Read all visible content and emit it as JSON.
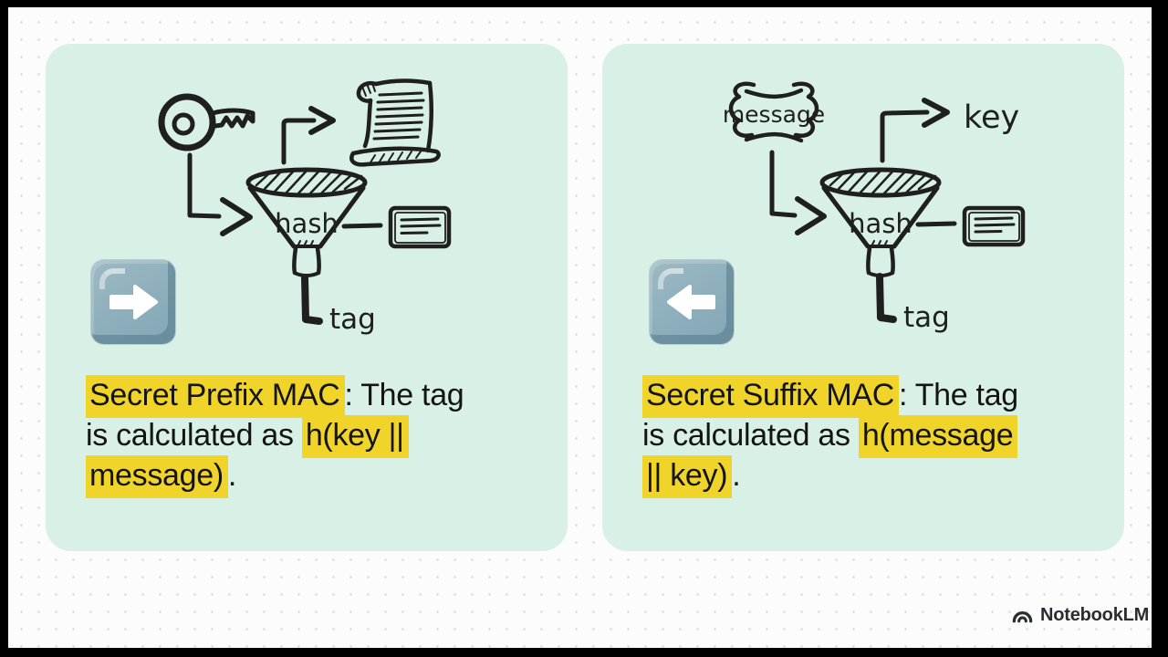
{
  "watermark": {
    "brand": "NotebookLM",
    "logo_icon": "notebooklm-arcs-icon"
  },
  "colors": {
    "card_background": "#d8f0e6",
    "highlight_yellow": "#f0d42a",
    "ink": "#1f1f1f",
    "keycap_blue": "#8fb0bd"
  },
  "cards": [
    {
      "diagram": {
        "input_icon": "key-icon",
        "hash_label": "hash",
        "tag_label": "tag",
        "output_icon": "scroll-document-icon",
        "keycap_direction": "right"
      },
      "caption": {
        "l1_hl": "Secret Prefix MAC",
        "l1_rest": ": The tag",
        "l2_plain": "is calculated as ",
        "l2_hl": "h(key ||",
        "l3_hl": "message)",
        "l3_rest": "."
      }
    },
    {
      "diagram": {
        "message_label": "message",
        "hash_label": "hash",
        "tag_label": "tag",
        "key_label": "key",
        "keycap_direction": "left"
      },
      "caption": {
        "l1_hl": "Secret Suffix MAC",
        "l1_rest": ": The tag",
        "l2_plain": "is calculated as ",
        "l2_hl": "h(message",
        "l3_hl": "|| key)",
        "l3_rest": "."
      }
    }
  ]
}
